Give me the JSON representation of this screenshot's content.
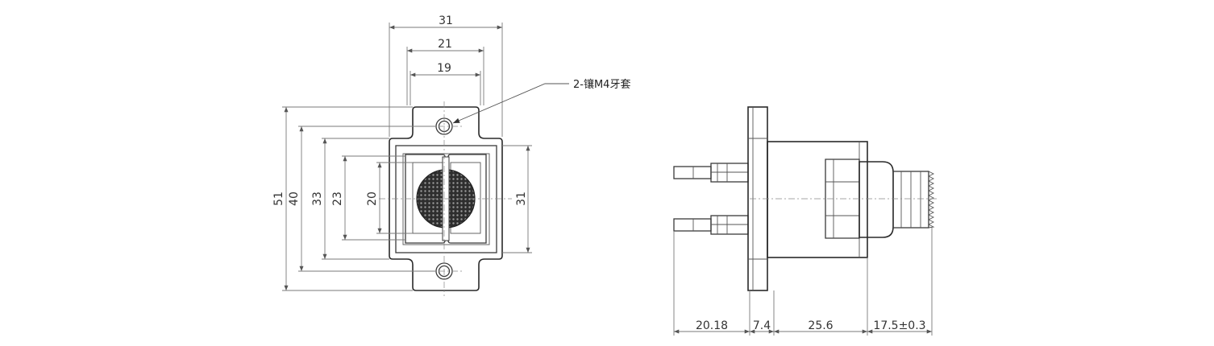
{
  "front_view": {
    "dimensions": {
      "width_overall": "31",
      "width_mid": "21",
      "width_inner": "19",
      "height_overall": "51",
      "height_40": "40",
      "height_33": "33",
      "height_23": "23",
      "height_20": "20",
      "height_right": "31"
    },
    "callout": "2-镶M4牙套"
  },
  "side_view": {
    "dimensions": {
      "length_pins": "20.18",
      "length_flange": "7.4",
      "length_body": "25.6",
      "length_rear": "17.5±0.3"
    }
  },
  "colors": {
    "line": "#3a3a3a",
    "dimension": "#7a7a7a",
    "contact_fill": "#3c3c3c"
  }
}
